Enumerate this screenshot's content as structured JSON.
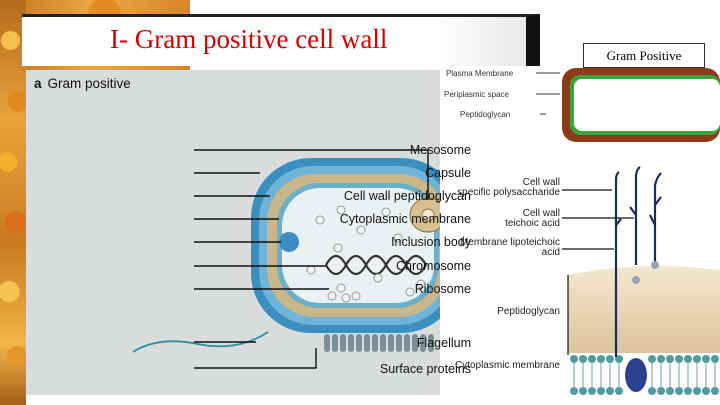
{
  "slide": {
    "title": "I- Gram positive cell wall"
  },
  "figure_a": {
    "letter": "a",
    "heading": "Gram positive",
    "labels": [
      "Mesosome",
      "Capsule",
      "Cell wall peptidoglycan",
      "Cytoplasmic membrane",
      "Inclusion body",
      "Chromosome",
      "Ribosome",
      "Flagellum",
      "Surface proteins"
    ]
  },
  "small_diagram": {
    "heading": "Gram Positive",
    "labels": [
      "Plasma Membrane",
      "Periplasmic space",
      "Peptidoglycan"
    ]
  },
  "wall_diagram": {
    "labels": [
      "Cell wall specific polysaccharide",
      "Cell wall teichoic acid",
      "Membrane lipoteichoic acid",
      "Peptidoglycan",
      "Cytoplasmic membrane"
    ]
  },
  "colors": {
    "title": "#d40000",
    "capsule": "#3a8fc0",
    "peptidoglycan": "#c9b78a",
    "cytoplasm": "#e8f2f4",
    "wall_outer": "#8b3a1a",
    "wall_inner": "#3da23a"
  }
}
